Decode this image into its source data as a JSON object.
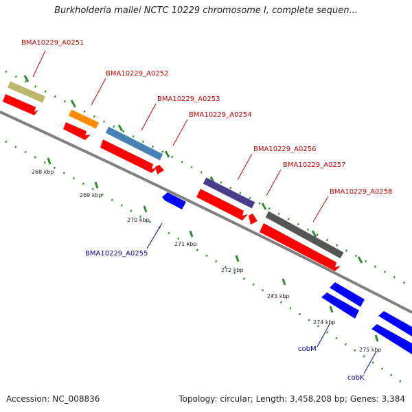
{
  "title": "Burkholderia mallei NCTC 10229 chromosome I, complete sequen...",
  "footer": {
    "accession": "Accession: NC_008836",
    "topology": "Topology: circular; Length: 3,458,208 bp; Genes: 3,384"
  },
  "colors": {
    "forward_label": "#cc0000",
    "reverse_label": "#0000aa",
    "cds_forward": "#ff0000",
    "cds_reverse": "#0000ff",
    "backbone": "#808080",
    "ticks": "#2e8b2e"
  },
  "ticks": [
    "268 kbp",
    "269 kbp",
    "270 kbp",
    "271 kbp",
    "272 kbp",
    "273 kbp",
    "274 kbp",
    "275 kbp"
  ],
  "genes": [
    {
      "label": "BMA10229_A0251",
      "strand": "forward"
    },
    {
      "label": "BMA10229_A0252",
      "strand": "forward"
    },
    {
      "label": "BMA10229_A0253",
      "strand": "forward"
    },
    {
      "label": "BMA10229_A0254",
      "strand": "forward"
    },
    {
      "label": "BMA10229_A0255",
      "strand": "reverse"
    },
    {
      "label": "BMA10229_A0256",
      "strand": "forward"
    },
    {
      "label": "BMA10229_A0257",
      "strand": "forward"
    },
    {
      "label": "BMA10229_A0258",
      "strand": "forward"
    },
    {
      "label": "cobM",
      "strand": "reverse"
    },
    {
      "label": "cobK",
      "strand": "reverse"
    }
  ]
}
